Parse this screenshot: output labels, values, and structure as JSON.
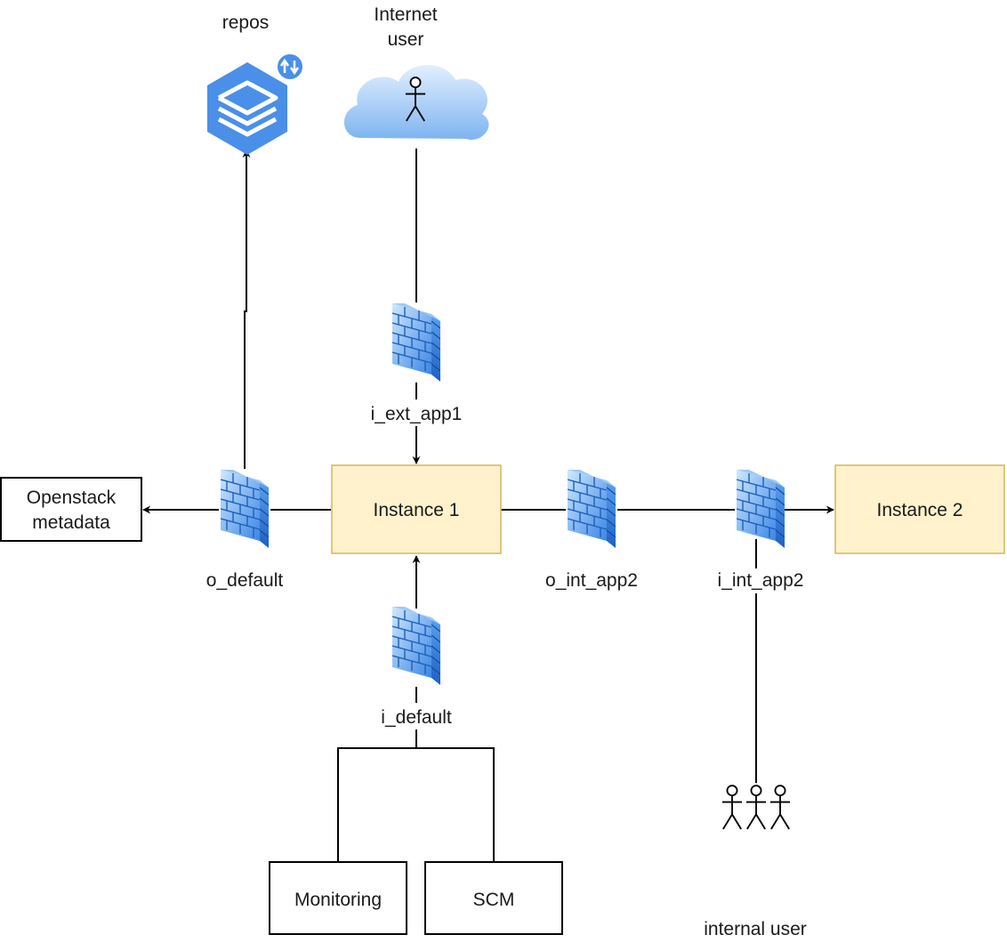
{
  "nodes": {
    "repos": {
      "label": "repos",
      "icon": "repository-sync-icon"
    },
    "internet_user": {
      "label_line1": "Internet",
      "label_line2": "user",
      "icon": "cloud-user-icon"
    },
    "instance1": {
      "label": "Instance 1"
    },
    "instance2": {
      "label": "Instance 2"
    },
    "openstack_metadata": {
      "label_line1": "Openstack",
      "label_line2": "metadata"
    },
    "monitoring": {
      "label": "Monitoring"
    },
    "scm": {
      "label": "SCM"
    },
    "internal_user": {
      "label": "internal user",
      "icon": "user-group-icon"
    }
  },
  "firewalls": {
    "i_ext_app1": {
      "label": "i_ext_app1",
      "icon": "firewall-icon"
    },
    "o_default": {
      "label": "o_default",
      "icon": "firewall-icon"
    },
    "o_int_app2": {
      "label": "o_int_app2",
      "icon": "firewall-icon"
    },
    "i_int_app2": {
      "label": "i_int_app2",
      "icon": "firewall-icon"
    },
    "i_default": {
      "label": "i_default",
      "icon": "firewall-icon"
    }
  },
  "colors": {
    "instance_fill": "#fff2cc",
    "instance_border": "#d6b656",
    "repo_blue": "#4a8fe8",
    "cloud_top": "#dae8fc",
    "cloud_bottom": "#7fb6f2",
    "firewall_light": "#9fd0ff",
    "firewall_dark": "#2f78e0",
    "line": "#000000"
  }
}
